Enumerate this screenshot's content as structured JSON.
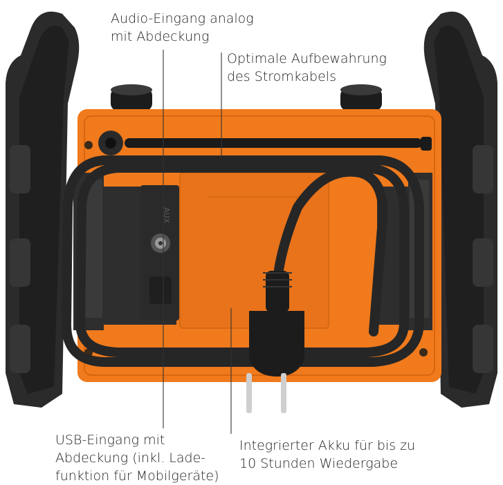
{
  "labels": {
    "audio_input": [
      "Audio-Eingang analog",
      "mit Abdeckung"
    ],
    "cable_storage": [
      "Optimale Aufbewahrung",
      "des Stromkabels"
    ],
    "usb_input": [
      "USB-Eingang mit",
      "Abdeckung (inkl. Lade-",
      "funktion für Mobilgeräte)"
    ],
    "battery": [
      "Integrierter Akku für bis zu",
      "10 Stunden Wiedergabe"
    ]
  },
  "port_cover_text": "AUX",
  "colors": {
    "housing": "#f07a1c",
    "housing_shade": "#d9660f",
    "frame": "#2b2b2b",
    "cable": "#262626",
    "text": "#222222"
  },
  "icons": [
    "handle-icon",
    "knob-icon",
    "antenna-icon",
    "power-plug-icon",
    "aux-jack-icon",
    "usb-cover-icon"
  ]
}
